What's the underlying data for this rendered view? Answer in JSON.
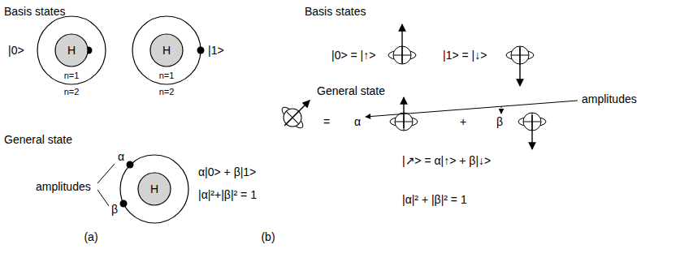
{
  "diagram": {
    "nodes": [
      {
        "text": [
          "H"
        ]
      },
      {
        "text": [
          "H"
        ]
      },
      {
        "text": [
          "H"
        ]
      }
    ],
    "labels": [
      "Basis states",
      "|0>",
      "|1>",
      "n=1",
      "n=2",
      "n=1",
      "n=2",
      "General state",
      "amplitudes",
      "α",
      "β",
      "α|0> + β|1>",
      "|α|²+|β|² = 1",
      "(a)",
      "Basis states",
      "|0> = |↑>",
      "|1> = |↓>",
      "General state",
      "amplitudes",
      "=",
      "α",
      "+",
      "β",
      "|↗> = α|↑> + β|↓>",
      "|α|² + |β|² = 1",
      "(b)"
    ]
  }
}
